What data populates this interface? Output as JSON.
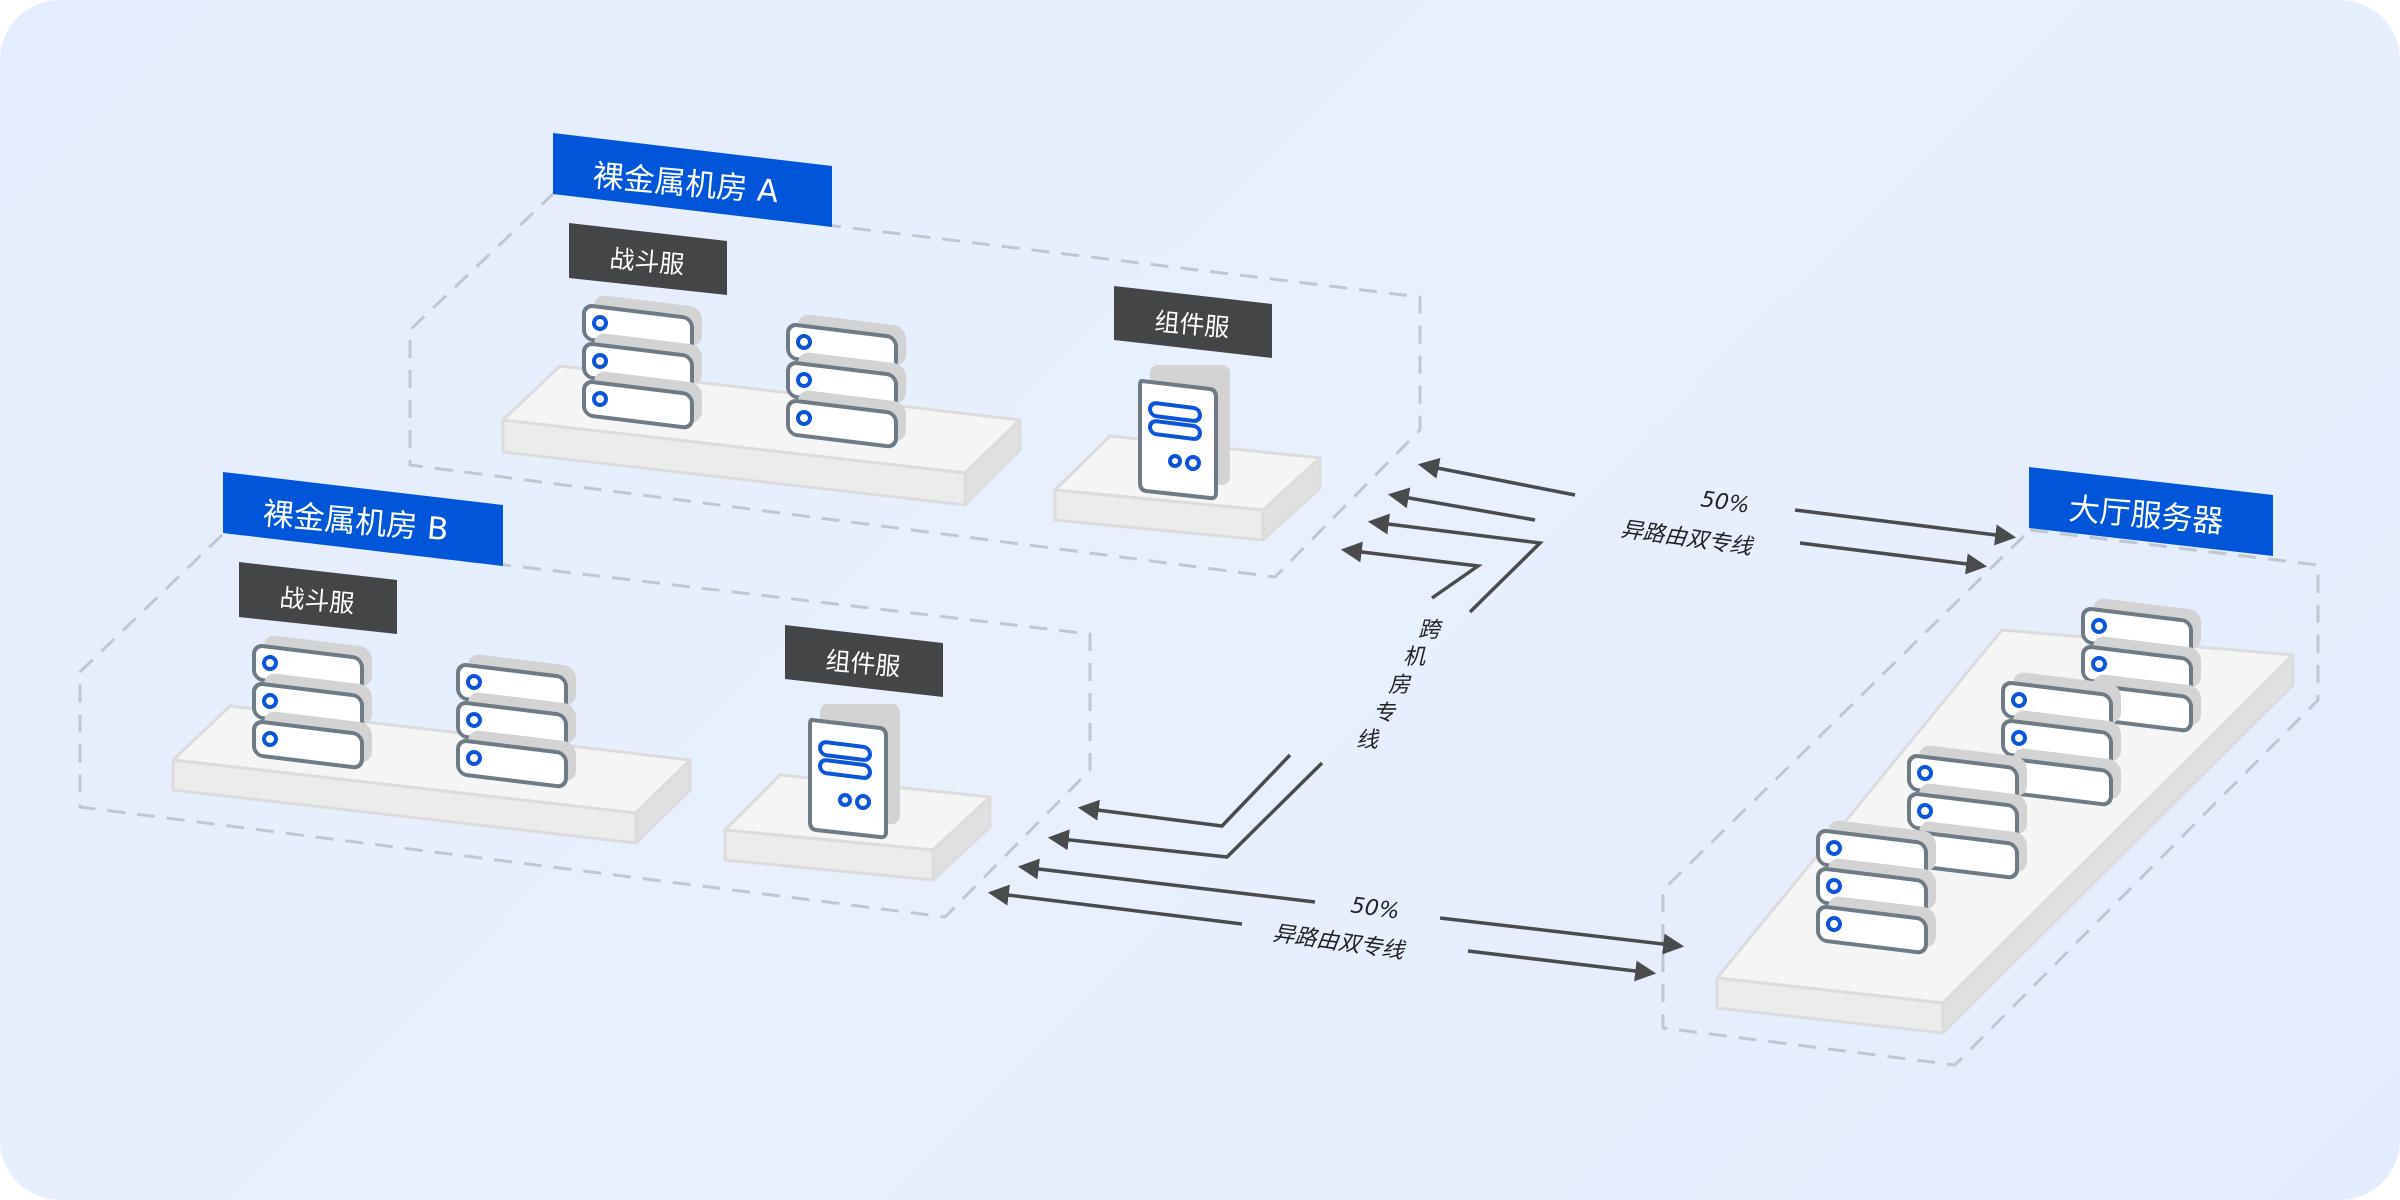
{
  "rooms": {
    "a": {
      "title": "裸金属机房 A",
      "battle_label": "战斗服",
      "component_label": "组件服"
    },
    "b": {
      "title": "裸金属机房 B",
      "battle_label": "战斗服",
      "component_label": "组件服"
    },
    "lobby": {
      "title": "大厅服务器"
    }
  },
  "links": {
    "top": {
      "percent": "50%",
      "label": "异路由双专线"
    },
    "bottom": {
      "percent": "50%",
      "label": "异路由双专线"
    },
    "cross": {
      "chars": [
        "跨",
        "机",
        "房",
        "专",
        "线"
      ]
    }
  },
  "colors": {
    "background": "#e5eefd",
    "accent_blue": "#0055d8",
    "dark_label": "#434547",
    "link_line": "#4a4b4d"
  },
  "icons": {
    "rack_server": "rack-server-icon",
    "tower_server": "tower-server-icon"
  }
}
